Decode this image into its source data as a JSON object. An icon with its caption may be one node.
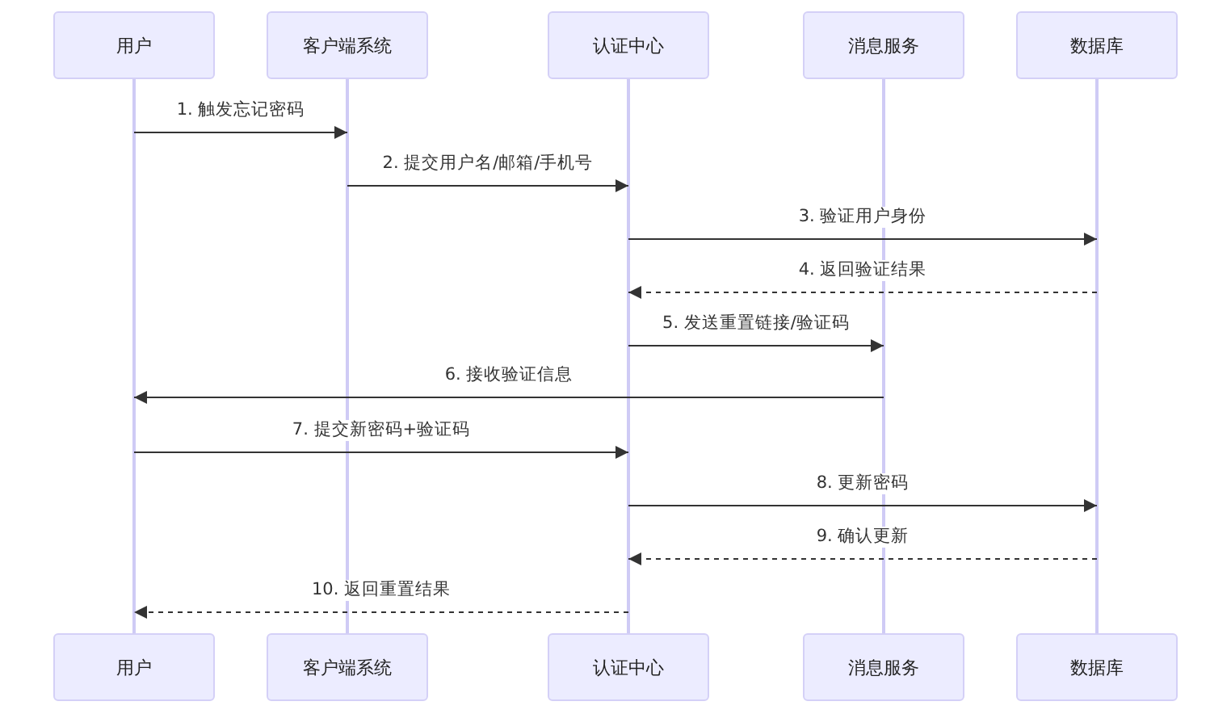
{
  "diagram": {
    "nodes": [
      {
        "text": [
          "用户"
        ]
      },
      {
        "text": [
          "客户端系统"
        ]
      },
      {
        "text": [
          "认证中心"
        ]
      },
      {
        "text": [
          "消息服务"
        ]
      },
      {
        "text": [
          "数据库"
        ]
      },
      {
        "text": [],
        "shape": "line"
      },
      {
        "text": [],
        "shape": "line"
      },
      {
        "text": [],
        "shape": "line"
      },
      {
        "text": [],
        "shape": "line"
      },
      {
        "text": [],
        "shape": "line"
      },
      {
        "text": [
          "用户"
        ]
      },
      {
        "text": [
          "客户端系统"
        ]
      },
      {
        "text": [
          "认证中心"
        ]
      },
      {
        "text": [
          "消息服务"
        ]
      },
      {
        "text": [
          "数据库"
        ]
      }
    ],
    "edges": [
      {
        "from": 5,
        "to": 6,
        "arrow": "to",
        "label": "1. 触发忘记密码"
      },
      {
        "from": 6,
        "to": 7,
        "arrow": "to",
        "label": "2. 提交用户名/邮箱/手机号"
      },
      {
        "from": 7,
        "to": 9,
        "arrow": "to",
        "label": "3. 验证用户身份"
      },
      {
        "from": 9,
        "to": 7,
        "arrow": "to",
        "label": "4. 返回验证结果",
        "style": "dashed"
      },
      {
        "from": 7,
        "to": 8,
        "arrow": "to",
        "label": "5. 发送重置链接/验证码"
      },
      {
        "from": 8,
        "to": 5,
        "arrow": "to",
        "label": "6. 接收验证信息"
      },
      {
        "from": 5,
        "to": 7,
        "arrow": "to",
        "label": "7. 提交新密码+验证码"
      },
      {
        "from": 7,
        "to": 9,
        "arrow": "to",
        "label": "8. 更新密码"
      },
      {
        "from": 9,
        "to": 7,
        "arrow": "to",
        "label": "9. 确认更新",
        "style": "dashed"
      },
      {
        "from": 7,
        "to": 5,
        "arrow": "to",
        "label": "10. 返回重置结果",
        "style": "dashed"
      }
    ]
  }
}
